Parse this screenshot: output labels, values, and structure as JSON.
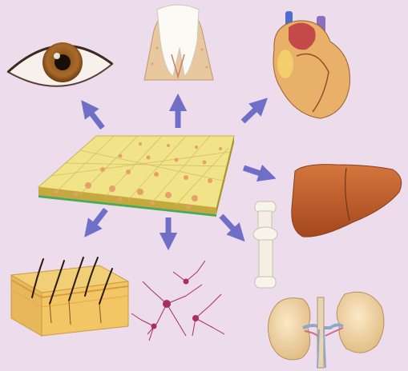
{
  "diagram": {
    "center": {
      "label": ""
    },
    "organs": [
      {
        "id": "eye",
        "icon": "eye-icon"
      },
      {
        "id": "tooth",
        "icon": "tooth-icon"
      },
      {
        "id": "heart",
        "icon": "heart-icon"
      },
      {
        "id": "liver",
        "icon": "liver-icon"
      },
      {
        "id": "bone",
        "icon": "bone-icon"
      },
      {
        "id": "kidney",
        "icon": "kidney-icon"
      },
      {
        "id": "neuron",
        "icon": "neuron-icon"
      },
      {
        "id": "skin",
        "icon": "skin-icon"
      }
    ]
  },
  "colors": {
    "background": "#ecdcec",
    "arrow": "#6f6fc8",
    "cell_sheet": "#f1e488",
    "nucleus": "#e6a06a",
    "organ_red": "#c5643c",
    "skin": "#f2cf76",
    "neuron": "#a8305a"
  }
}
